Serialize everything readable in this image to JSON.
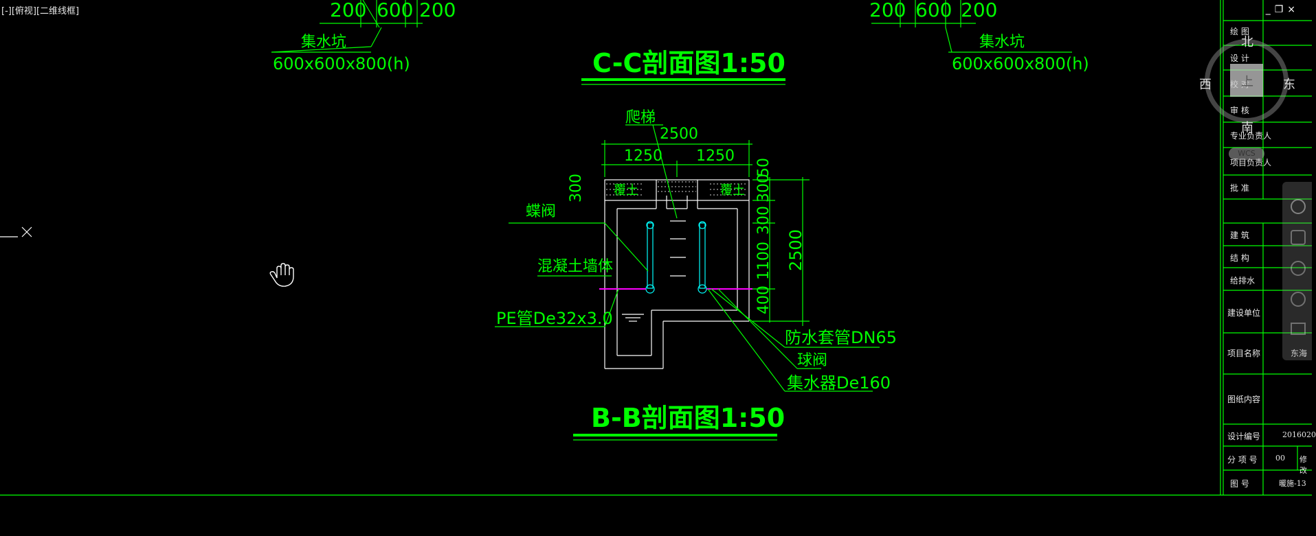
{
  "viewport_label": "[-][俯视][二维线框]",
  "window_controls": [
    "_",
    "❐",
    "×"
  ],
  "left_top_group": {
    "dims": [
      "200",
      "600",
      "200"
    ],
    "label": "集水坑",
    "size": "600x600x800(h)"
  },
  "right_top_group": {
    "dims": [
      "200",
      "600",
      "200"
    ],
    "label": "集水坑",
    "size": "600x600x800(h)"
  },
  "title_cc": "C-C剖面图1:50",
  "title_bb": "B-B剖面图1:50",
  "section_bb": {
    "ladder_label": "爬梯",
    "top_dim": "2500",
    "half_dim_left": "1250",
    "half_dim_right": "1250",
    "cover_left": "覆土",
    "cover_right": "覆土",
    "left_dim": "300",
    "valve_label": "蝶阀",
    "wall_label": "混凝土墙体",
    "pe_label": "PE管De32x3.0",
    "right_dims": [
      "300",
      "50",
      "300",
      "1100",
      "400"
    ],
    "height_dim": "2500",
    "sleeve_label": "防水套管DN65",
    "ball_valve_label": "球阀",
    "collector_label": "集水器De160"
  },
  "viewcube": {
    "north": "北",
    "south": "南",
    "east": "东",
    "west": "西",
    "top": "上",
    "wcs": "WCS"
  },
  "title_block": {
    "rows_top": [
      "绘  图",
      "设  计",
      "校  对",
      "审  核",
      "专业负责人",
      "项目负责人",
      "批  准"
    ],
    "rows_disc": [
      "建  筑",
      "结  构",
      "给排水"
    ],
    "build_unit": "建设单位",
    "project_name": "项目名称",
    "project_value": "东海",
    "drawing_content": "图纸内容",
    "design_no": "设计编号",
    "design_no_value": "2016020",
    "sub_no": "分 项 号",
    "sub_no_value": "00",
    "sub_no_value2": "修改",
    "drawing_no": "图  号",
    "drawing_no_value": "暖施-13"
  },
  "colors": {
    "cad_green": "#00ff00",
    "cad_cyan": "#00ffff",
    "cad_magenta": "#ff00ff",
    "background": "#000000"
  }
}
